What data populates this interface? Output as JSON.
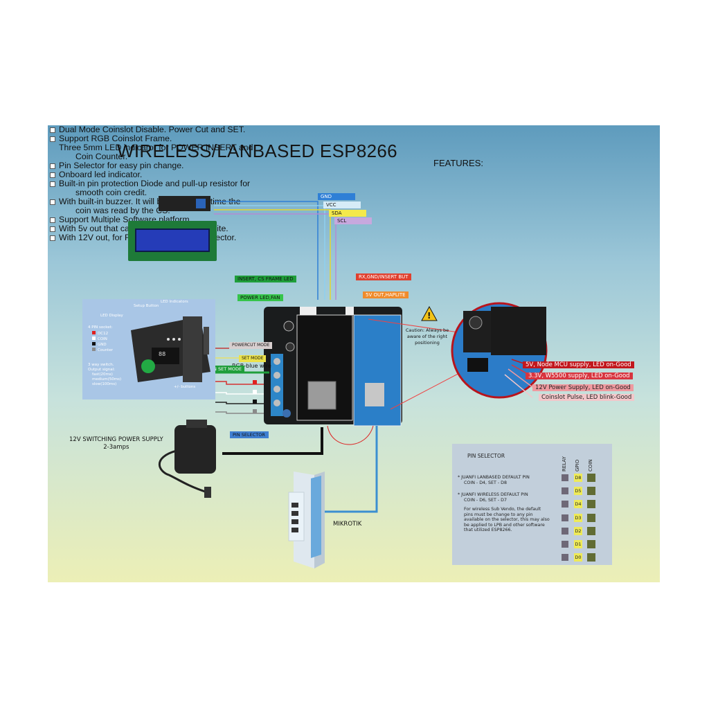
{
  "title": "WIRELESS/LANBASED ESP8266",
  "features": {
    "heading": "FEATURES:",
    "items": [
      {
        "text": "Dual Mode Coinslot Disable. Power Cut and SET.",
        "bullet": true
      },
      {
        "text": "Support RGB Coinslot Frame.",
        "bullet": true
      },
      {
        "text": "Three 5mm LED indicaror for POWER,INSERT and",
        "bullet": false
      },
      {
        "text": "Coin Counter.",
        "bullet": false
      },
      {
        "text": "Pin Selector for easy pin change.",
        "bullet": true
      },
      {
        "text": "Onboard led indicator.",
        "bullet": true
      },
      {
        "text": "Built-in pin protection Diode and pull-up resistor for",
        "bullet": true
      },
      {
        "text": "smooth coin credit.",
        "bullet": false
      },
      {
        "text": "With built-in buzzer. It will beep in every time the",
        "bullet": true
      },
      {
        "text": "coin was read by the CS.",
        "bullet": false
      },
      {
        "text": "Support Multiple Software platform.",
        "bullet": true
      },
      {
        "text": "With 5v out that can be use to power Haplite.",
        "bullet": true
      },
      {
        "text": "With 12V out, for Fan,LED or 12v POE injector.",
        "bullet": true
      }
    ]
  },
  "lcd_pins": [
    "GND",
    "VCC",
    "SDA",
    "SCL"
  ],
  "board_labels": {
    "insert_cs_frame_led": "INSERT, CS FRAME LED",
    "power_led_fan": "POWER LED,FAN",
    "rx_gnd_insert_but": "RX,GND/INSERT BUT",
    "out_5v_haplite": "5V OUT,HAPLITE",
    "powercut_mode": "POWERCUT MODE",
    "set_mode": "SET MODE",
    "rgb_blue_wire": "RGB-blue wire",
    "use_set_wire": "USE SET WIRE ONLY IN SET MODE",
    "pin_selector": "PIN SELECTOR",
    "caution": "Caution: Always be aware of the right positioning"
  },
  "coin_acceptor": {
    "setup_button": "Setup Button",
    "led_indicators": "LED Indicators",
    "led_display": "LED Display",
    "socket_heading": "4 PIN socket:",
    "socket_pins": [
      {
        "label": "DC12",
        "color": "#e02020"
      },
      {
        "label": "COIN",
        "color": "#ffffff"
      },
      {
        "label": "GND",
        "color": "#111111"
      },
      {
        "label": "Counter",
        "color": "#8a8a8a"
      }
    ],
    "switch_heading": "3 way switch.",
    "switch_output": "Output signal:",
    "switch_options": [
      "fast(20ms)",
      "medium(50ms)",
      "slow(100ms)"
    ],
    "buttons": "+/- buttons",
    "display_text": "88"
  },
  "zoom_labels": [
    {
      "text": "5V, Node MCU supply, LED on-Good",
      "bg": "#c2171d",
      "color": "#ffffff"
    },
    {
      "text": "3.3V, W5500 supply, LED on-Good",
      "bg": "#d8353f",
      "color": "#ffffff"
    },
    {
      "text": "12V Power Supply, LED on-Good",
      "bg": "#ef9aa0",
      "color": "#222222"
    },
    {
      "text": "Coinslot Pulse, LED blink-Good",
      "bg": "#f3c7ca",
      "color": "#222222"
    }
  ],
  "power_supply": {
    "line1": "12V SWITCHING POWER SUPPLY",
    "line2": "2-3amps"
  },
  "router_label": "MIKROTIK",
  "pin_selector_panel": {
    "heading": "PIN SELECTOR",
    "columns": [
      "RELAY",
      "GPIO",
      "COIN"
    ],
    "pins": [
      "D8",
      "D5",
      "D4",
      "D3",
      "D2",
      "D1",
      "D0"
    ],
    "note1_line1": "* JUANFI LANBASED DEFAULT PIN",
    "note1_line2": "COIN - D4, SET - D8",
    "note2_line1": "* JUANFI WIRELESS DEFAULT PIN",
    "note2_line2": "COIN - D6, SET - D7",
    "note3": [
      "For wireless Sub Vendo, the default",
      "pins must be change to any pin",
      "available on the selector, this may also",
      "be applied to LPB and other software",
      "that utilized ESP8266."
    ]
  },
  "colors": {
    "gnd_tag": "#2f7fd6",
    "vcc_tag": "#d6ecf7",
    "sda_tag": "#f4e94b",
    "scl_tag": "#c7a8de",
    "insert_tag": "#1f9e3a",
    "power_tag": "#35c44a",
    "rx_tag": "#e0402e",
    "out5v_tag": "#f08b2b",
    "powercut_tag": "#d8cfcf",
    "setmode_tag": "#ece24a",
    "pinsel_tag": "#3f7fd1"
  }
}
